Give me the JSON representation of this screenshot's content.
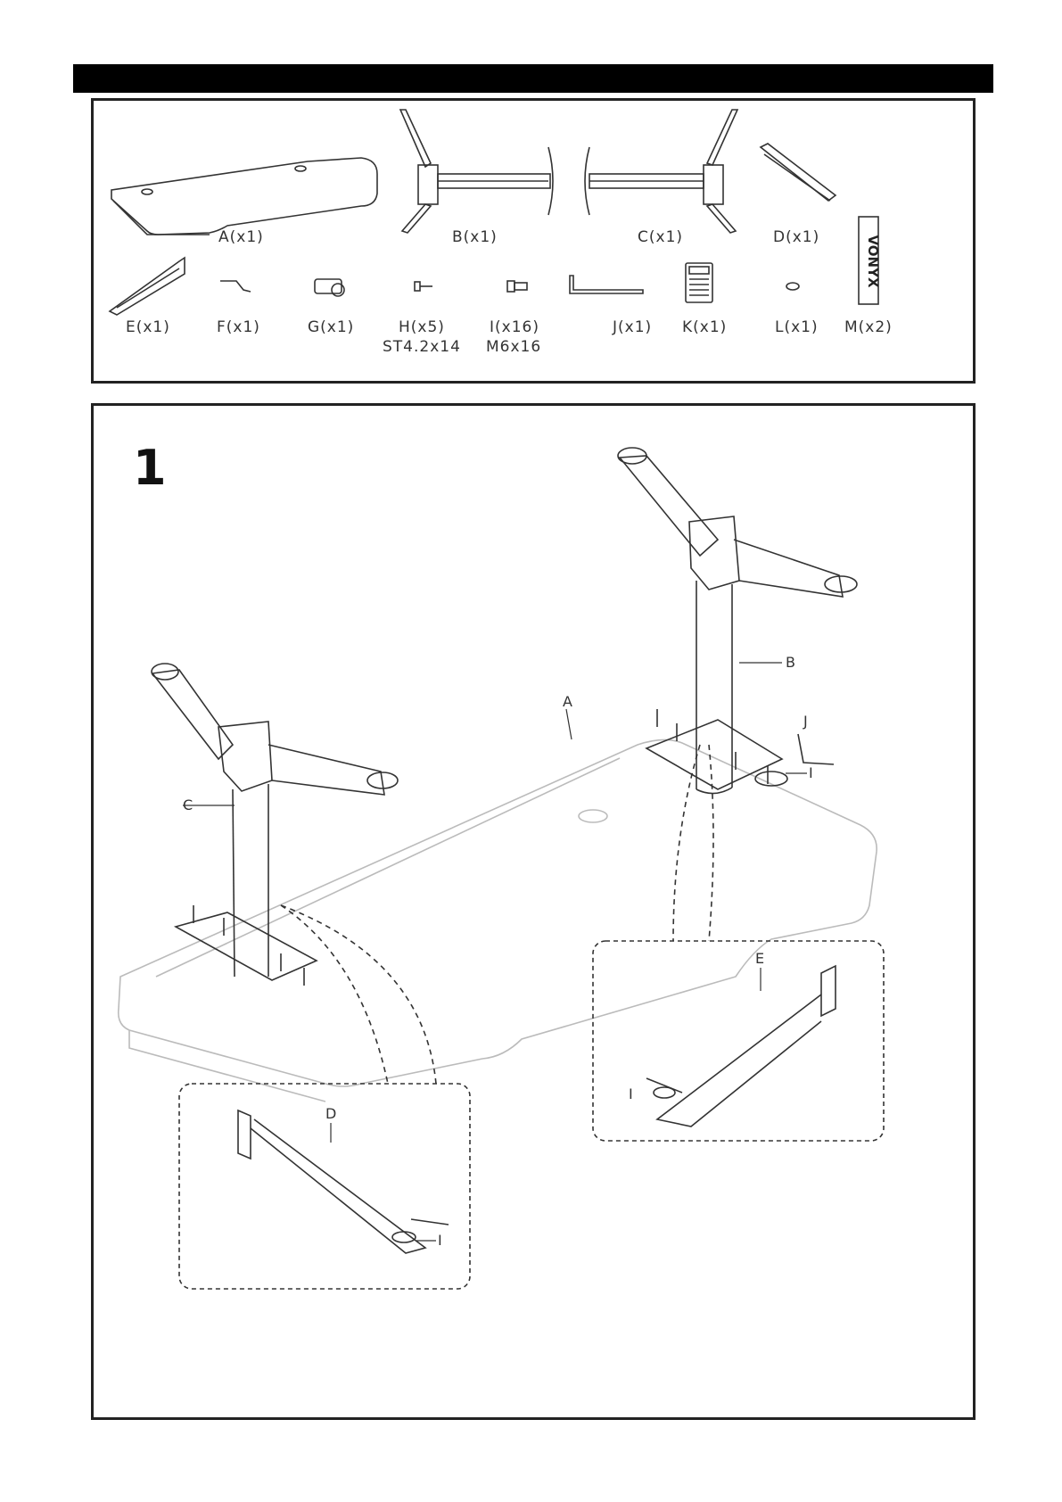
{
  "parts": [
    {
      "id": "A",
      "label": "A(x1)"
    },
    {
      "id": "B",
      "label": "B(x1)"
    },
    {
      "id": "C",
      "label": "C(x1)"
    },
    {
      "id": "D",
      "label": "D(x1)"
    },
    {
      "id": "E",
      "label": "E(x1)"
    },
    {
      "id": "F",
      "label": "F(x1)"
    },
    {
      "id": "G",
      "label": "G(x1)"
    },
    {
      "id": "H",
      "label": "H(x5)",
      "spec": "ST4.2x14"
    },
    {
      "id": "I",
      "label": "I(x16)",
      "spec": "M6x16"
    },
    {
      "id": "J",
      "label": "J(x1)"
    },
    {
      "id": "K",
      "label": "K(x1)"
    },
    {
      "id": "L",
      "label": "L(x1)"
    },
    {
      "id": "M",
      "label": "M(x2)"
    }
  ],
  "brand_sticker": "VONYX",
  "step": {
    "number": "1",
    "callouts": {
      "a": "A",
      "b": "B",
      "c": "C",
      "d": "D",
      "e": "E",
      "i1": "I",
      "i2": "I",
      "i3": "I",
      "j": "J"
    }
  }
}
